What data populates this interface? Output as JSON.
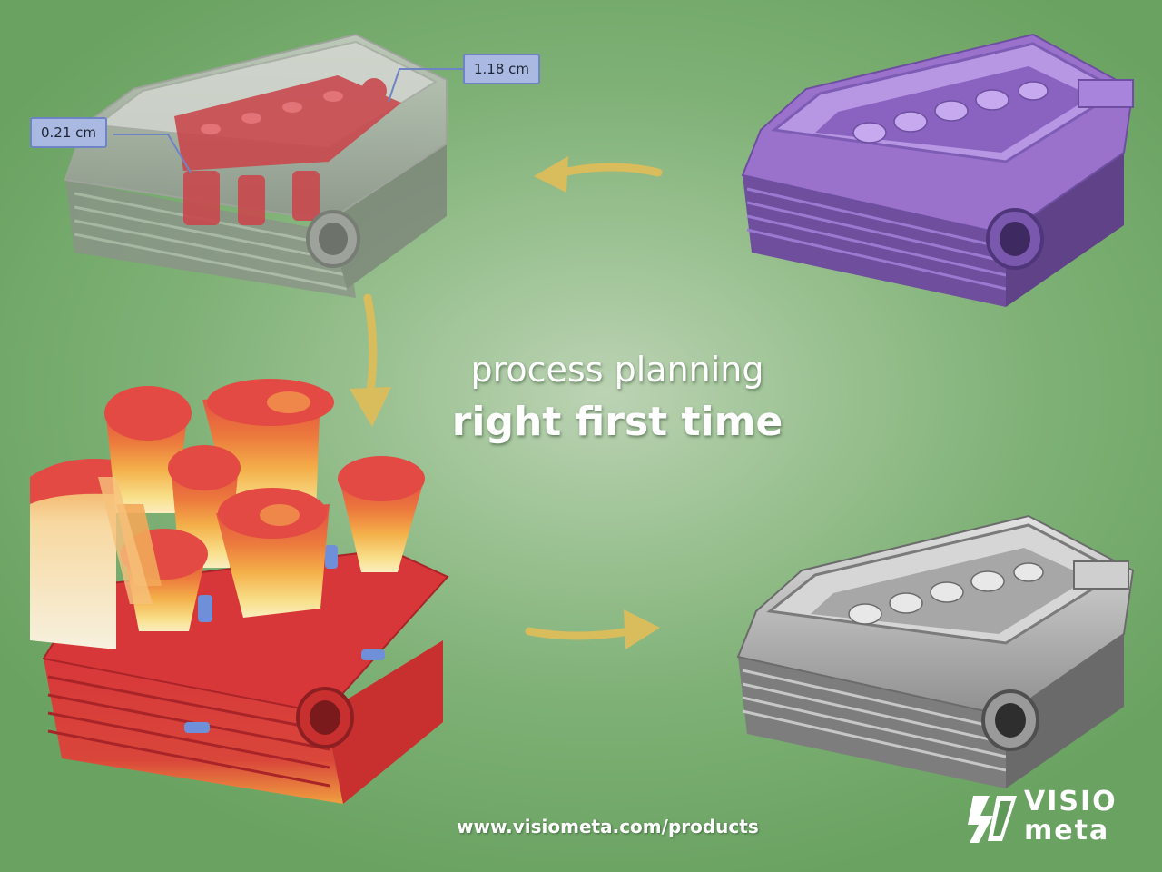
{
  "headline": {
    "line1": "process planning",
    "line2": "right first time"
  },
  "measurements": {
    "callout_a": "0.21 cm",
    "callout_b": "1.18 cm"
  },
  "footer": {
    "url": "www.visiometa.com/products"
  },
  "logo": {
    "line1": "VISIO",
    "line2": "meta"
  },
  "colors": {
    "background": "#7fb176",
    "arrow": "#d9bc5c",
    "purple_part": "#9a72cc",
    "red_part": "#d8373a",
    "grey_part": "#b8b8b8",
    "callout_fill": "#a9b9e2",
    "callout_border": "#6e84c4"
  }
}
